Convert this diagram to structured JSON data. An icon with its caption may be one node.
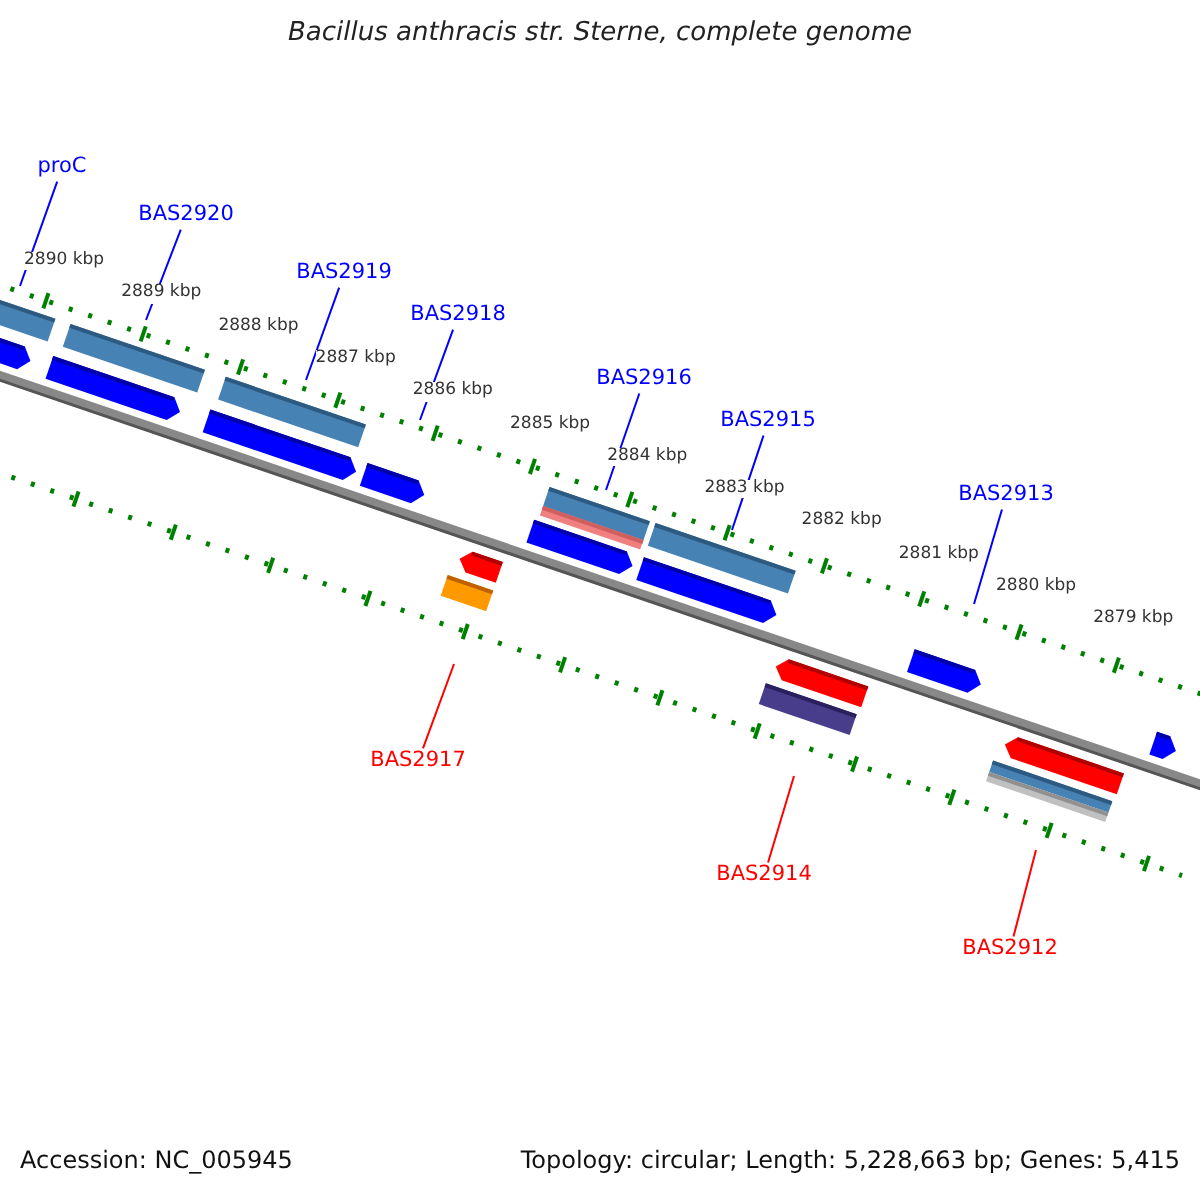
{
  "diagram": {
    "title": "Bacillus anthracis str. Sterne, complete genome",
    "nodes": [
      {
        "text": [
          "proC"
        ]
      },
      {
        "text": [
          "BAS2920"
        ]
      },
      {
        "text": [
          "BAS2919"
        ]
      },
      {
        "text": [
          "BAS2918"
        ]
      },
      {
        "text": [
          "BAS2916"
        ]
      },
      {
        "text": [
          "BAS2915"
        ]
      },
      {
        "text": [
          "BAS2913"
        ]
      },
      {
        "text": [
          "BAS2917"
        ]
      },
      {
        "text": [
          "BAS2914"
        ]
      },
      {
        "text": [
          "BAS2912"
        ]
      }
    ],
    "edges": [
      {
        "from": 0,
        "to": null,
        "arrow": "none"
      },
      {
        "from": 1,
        "to": null,
        "arrow": "none"
      },
      {
        "from": 2,
        "to": null,
        "arrow": "none"
      },
      {
        "from": 3,
        "to": null,
        "arrow": "none"
      },
      {
        "from": 4,
        "to": null,
        "arrow": "none"
      },
      {
        "from": 5,
        "to": null,
        "arrow": "none"
      },
      {
        "from": 6,
        "to": null,
        "arrow": "none"
      },
      {
        "from": 7,
        "to": null,
        "arrow": "none",
        "color": "#ff0000"
      },
      {
        "from": 8,
        "to": null,
        "arrow": "none",
        "color": "#ff0000"
      },
      {
        "from": 9,
        "to": null,
        "arrow": "none",
        "color": "#ff0000"
      }
    ],
    "labels": [
      "2890 kbp",
      "2889 kbp",
      "2888 kbp",
      "2887 kbp",
      "2886 kbp",
      "2885 kbp",
      "2884 kbp",
      "2883 kbp",
      "2882 kbp",
      "2881 kbp",
      "2880 kbp",
      "2879 kbp",
      "Accession: NC_005945",
      "Topology: circular; Length: 5,228,663 bp; Genes: 5,415"
    ]
  }
}
